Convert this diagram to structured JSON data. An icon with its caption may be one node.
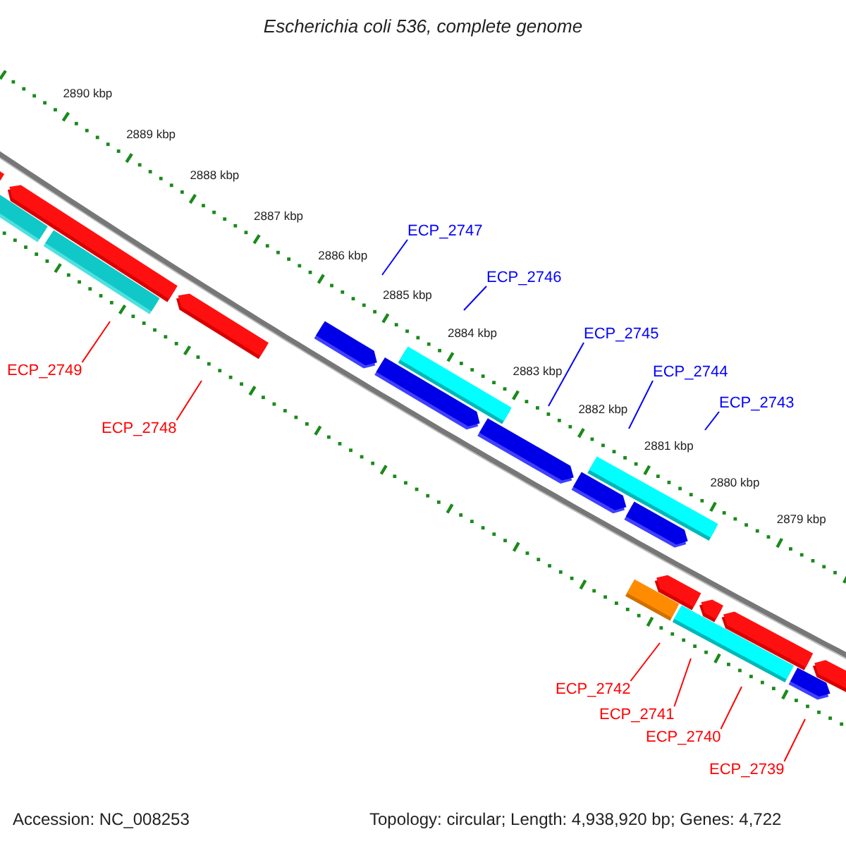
{
  "diagram": {
    "title": "Escherichia coli 536, complete genome",
    "nodes": [
      {
        "text": [
          "ECP_2747"
        ]
      },
      {
        "text": [
          "ECP_2746"
        ]
      },
      {
        "text": [
          "ECP_2745"
        ]
      },
      {
        "text": [
          "ECP_2749"
        ]
      },
      {
        "text": [
          "ECP_2744"
        ]
      },
      {
        "text": [
          "ECP_2743"
        ]
      },
      {
        "text": [
          "ECP_2748"
        ]
      },
      {
        "text": [
          "ECP_2742"
        ]
      },
      {
        "text": [
          "ECP_2741"
        ]
      },
      {
        "text": [
          "ECP_2740"
        ]
      },
      {
        "text": [
          "ECP_2739"
        ]
      }
    ],
    "edges": [
      {
        "from": 0,
        "to": null,
        "arrow": "none",
        "color": "#0000ff"
      },
      {
        "from": 1,
        "to": null,
        "arrow": "none",
        "color": "#0000ff"
      },
      {
        "from": 2,
        "to": null,
        "arrow": "none",
        "color": "#0000ff"
      },
      {
        "from": 3,
        "to": null,
        "arrow": "none"
      },
      {
        "from": 4,
        "to": null,
        "arrow": "none",
        "color": "#0000ff"
      },
      {
        "from": 5,
        "to": null,
        "arrow": "none",
        "color": "#0000ff"
      },
      {
        "from": 6,
        "to": null,
        "arrow": "none"
      },
      {
        "from": 7,
        "to": null,
        "arrow": "none"
      },
      {
        "from": 8,
        "to": null,
        "arrow": "none"
      },
      {
        "from": 9,
        "to": null,
        "arrow": "none"
      },
      {
        "from": 10,
        "to": null,
        "arrow": "none"
      }
    ],
    "labels": [
      "2890 kbp",
      "2889 kbp",
      "2888 kbp",
      "2887 kbp",
      "2886 kbp",
      "2885 kbp",
      "2884 kbp",
      "2883 kbp",
      "2882 kbp",
      "2881 kbp",
      "2880 kbp",
      "2879 kbp",
      "Accession: NC_008253",
      "Topology: circular; Length: 4,938,920 bp; Genes: 4,722"
    ]
  }
}
